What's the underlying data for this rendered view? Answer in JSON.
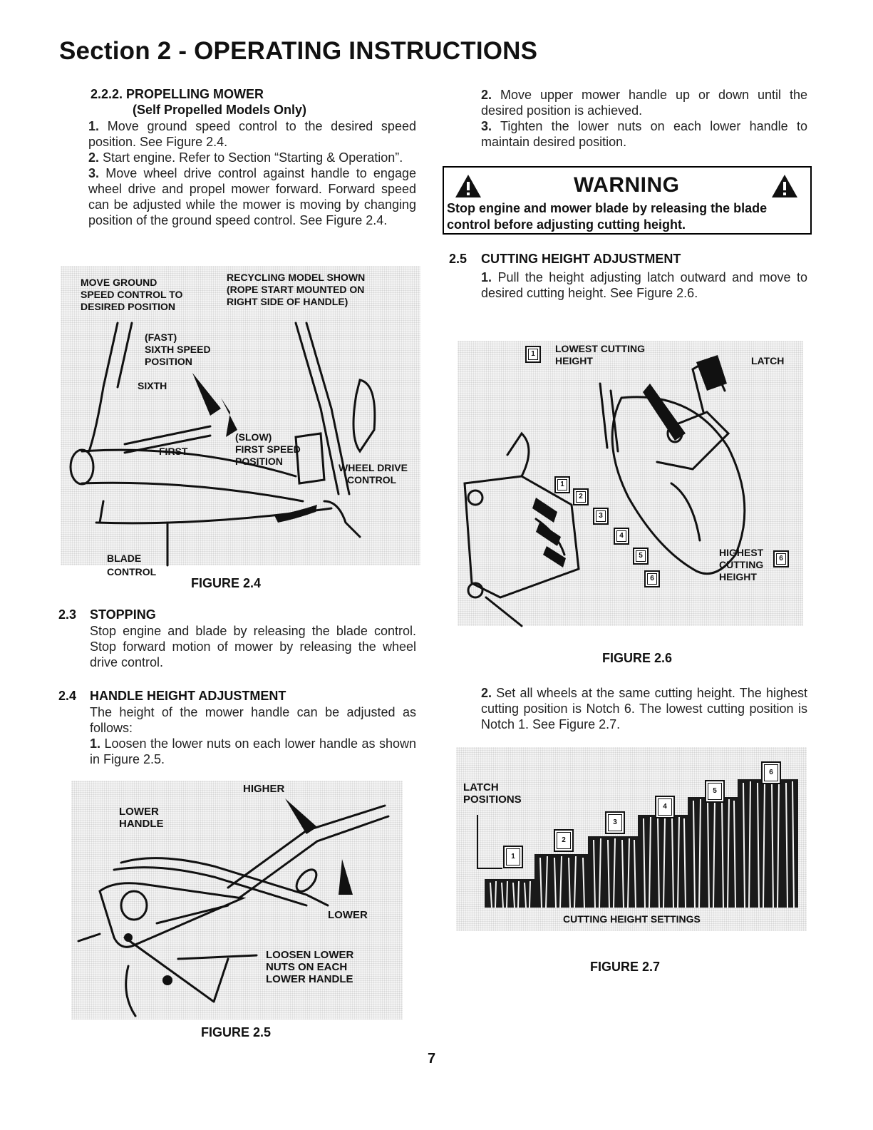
{
  "page_title": "Section 2 - OPERATING INSTRUCTIONS",
  "s222": {
    "heading": "2.2.2. PROPELLING MOWER",
    "subheading": "(Self Propelled Models Only)",
    "step1_num": "1.",
    "step1": "Move ground speed control to the desired speed position. See Figure 2.4.",
    "step2_num": "2.",
    "step2": "Start engine. Refer to Section “Starting & Operation”.",
    "step3_num": "3.",
    "step3": "Move wheel drive control against handle to engage wheel drive and propel mower forward. Forward speed can be adjusted while the mower is moving by changing position of the ground speed control. See Figure 2.4."
  },
  "fig24": {
    "label_move_ground_1": "MOVE GROUND",
    "label_move_ground_2": "SPEED CONTROL TO",
    "label_move_ground_3": "DESIRED POSITION",
    "label_recycling_1": "RECYCLING MODEL SHOWN",
    "label_recycling_2": "(ROPE START MOUNTED ON",
    "label_recycling_3": "RIGHT SIDE OF HANDLE)",
    "label_fast_1": "(FAST)",
    "label_fast_2": "SIXTH SPEED",
    "label_fast_3": "POSITION",
    "label_sixth": "SIXTH",
    "label_first": "FIRST",
    "label_slow_1": "(SLOW)",
    "label_slow_2": "FIRST SPEED",
    "label_slow_3": "POSITION",
    "label_wheel_drive_1": "WHEEL DRIVE",
    "label_wheel_drive_2": "CONTROL",
    "label_blade_1": "BLADE",
    "label_blade_2": "CONTROL",
    "caption": "FIGURE 2.4"
  },
  "s23": {
    "num": "2.3",
    "heading": "STOPPING",
    "text": "Stop engine and blade by releasing the blade control. Stop forward motion of mower by releasing the wheel drive control."
  },
  "s24": {
    "num": "2.4",
    "heading": "HANDLE HEIGHT ADJUSTMENT",
    "intro": "The height of the mower handle can be adjusted as follows:",
    "step1_num": "1.",
    "step1": "Loosen the lower nuts on each lower handle as shown in Figure 2.5.",
    "step2_num": "2.",
    "step2": "Move upper mower handle up or down until the desired position is achieved.",
    "step3_num": "3.",
    "step3": "Tighten the lower nuts on each lower handle to maintain desired position."
  },
  "fig25": {
    "label_higher": "HIGHER",
    "label_lower_handle_1": "LOWER",
    "label_lower_handle_2": "HANDLE",
    "label_lower": "LOWER",
    "label_loosen_1": "LOOSEN LOWER",
    "label_loosen_2": "NUTS ON EACH",
    "label_loosen_3": "LOWER HANDLE",
    "caption": "FIGURE 2.5"
  },
  "warning": {
    "title": "WARNING",
    "text": "Stop engine and mower blade by releasing the blade control before adjusting cutting height."
  },
  "s25": {
    "num": "2.5",
    "heading": "CUTTING HEIGHT ADJUSTMENT",
    "step1_num": "1.",
    "step1": "Pull the height adjusting latch outward and move to desired cutting height. See Figure 2.6.",
    "step2_num": "2.",
    "step2": "Set all wheels at the same cutting height. The highest cutting position is Notch 6. The lowest cutting position is Notch 1. See Figure 2.7."
  },
  "fig26": {
    "label_lowest_1": "LOWEST CUTTING",
    "label_lowest_2": "HEIGHT",
    "label_latch": "LATCH",
    "label_highest_1": "HIGHEST",
    "label_highest_2": "CUTTING",
    "label_highest_3": "HEIGHT",
    "notches": [
      "1",
      "2",
      "3",
      "4",
      "5",
      "6"
    ],
    "box_lowest": "1",
    "box_highest": "6",
    "caption": "FIGURE 2.6"
  },
  "fig27": {
    "label_latch_1": "LATCH",
    "label_latch_2": "POSITIONS",
    "positions": [
      "1",
      "2",
      "3",
      "4",
      "5",
      "6"
    ],
    "label_settings": "CUTTING HEIGHT SETTINGS",
    "caption": "FIGURE 2.7"
  },
  "page_number": "7"
}
